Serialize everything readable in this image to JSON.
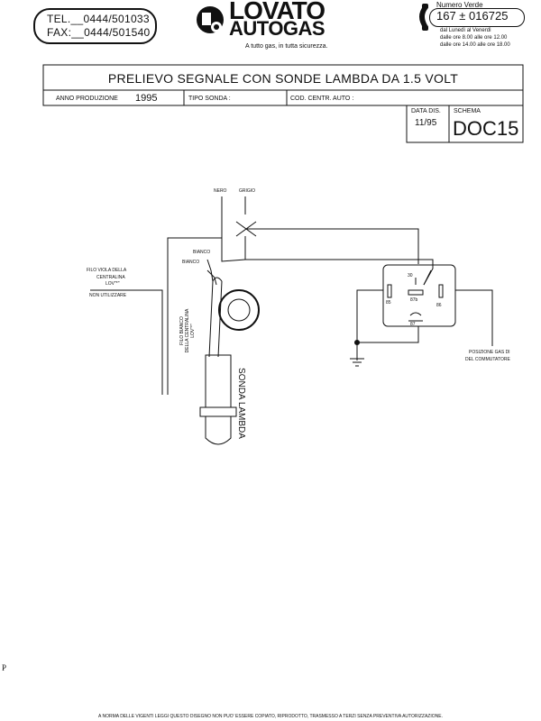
{
  "header": {
    "tel": "TEL.__0444/501033",
    "fax": "FAX:__0444/501540",
    "brand_line1": "LOVATO",
    "brand_line2": "AUTOGAS",
    "tagline": "A tutto gas, in tutta sicurezza.",
    "numero_verde_label": "Numero Verde",
    "numero_verde": "167 ± 016725",
    "hours_line1": "dal Lunedì al Venerdì",
    "hours_line2": "dalle ore 8.00 alle ore 12.00",
    "hours_line3": "dalle ore 14.00 alle ore 18.00"
  },
  "title_block": {
    "title": "PRELIEVO SEGNALE CON SONDE LAMBDA DA 1.5 VOLT",
    "anno_label": "ANNO PRODUZIONE",
    "anno_value": "1995",
    "tipo_sonda_label": "TIPO SONDA :",
    "cod_label": "COD. CENTR. AUTO :",
    "data_dis_label": "DATA DIS.",
    "data_dis_value": "11/95",
    "schema_label": "SCHEMA",
    "schema_value": "DOC15"
  },
  "diagram": {
    "nero": "NERO",
    "grigio": "GRIGIO",
    "bianco1": "BIANCO",
    "bianco2": "BIANCO",
    "filo_viola_1": "FILO VIOLA DELLA",
    "filo_viola_2": "CENTRALINA",
    "filo_viola_3": "LOV\"*\"",
    "non_utilizzare": "NON UTILIZZARE",
    "filo_bianco_1": "FILO BIANCO",
    "filo_bianco_2": "DELLA CENTRALINA",
    "filo_bianco_3": "LOV\"*\"",
    "sonda_lambda": "SONDA LAMBDA",
    "relay_30": "30",
    "relay_87b": "87b",
    "relay_85": "85",
    "relay_86": "86",
    "relay_87": "87",
    "posizione_1": "POSIZIONE GAS DI",
    "posizione_2": "DEL COMMUTATORE"
  },
  "footer": {
    "p_mark": "P",
    "notice": "A NORMA DELLE VIGENTI LEGGI QUESTO DISEGNO NON PUO' ESSERE COPIATO, RIPRODOTTO, TRASMESSO A TERZI SENZA PREVENTIVA AUTORIZZAZIONE."
  }
}
